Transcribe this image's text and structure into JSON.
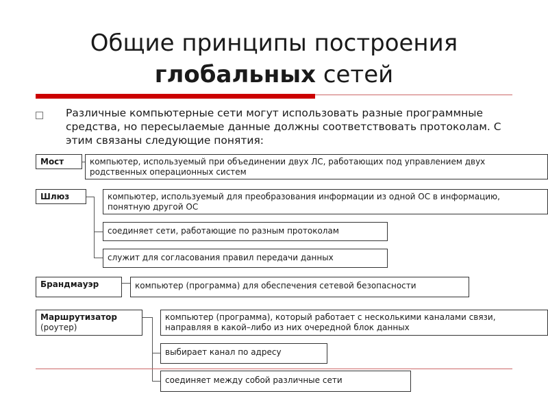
{
  "slide": {
    "title_line1": "Общие принципы построения",
    "title_bold": "глобальных",
    "title_rest": " сетей",
    "intro": "Различные компьютерные сети могут использовать разные программные средства, но пересылаемые данные должны соответствовать протоколам.  С этим связаны следующие понятия:"
  },
  "terms": {
    "most": {
      "label": "Мост",
      "defs": [
        "компьютер, используемый при объединении двух ЛС, работающих под управлением двух родственных операционных систем"
      ]
    },
    "shluz": {
      "label": "Шлюз",
      "defs": [
        "компьютер, используемый для преобразования информации из одной ОС в информацию, понятную другой ОС",
        "соединяет сети, работающие по разным протоколам",
        "служит для согласования правил передачи данных"
      ]
    },
    "brandmauer": {
      "label": "Брандмауэр",
      "defs": [
        "компьютер (программа) для обеспечения сетевой безопасности"
      ]
    },
    "router": {
      "label": "Маршрутизатор",
      "sublabel": "(роутер)",
      "defs": [
        "компьютер (программа), который работает с несколькими каналами связи, направляя в какой–либо из них очередной блок данных",
        "выбирает канал по адресу",
        "соединяет между собой различные сети"
      ]
    }
  },
  "colors": {
    "accent": "#cc0000",
    "border": "#333333"
  }
}
